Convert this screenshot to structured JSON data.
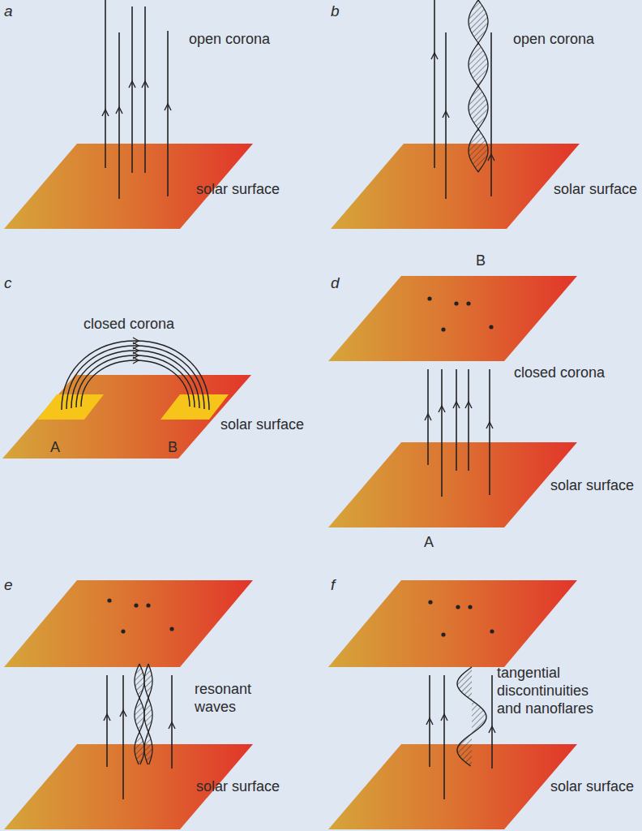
{
  "diagram": {
    "labels": [
      "a",
      "open corona",
      "solar surface",
      "b",
      "open corona",
      "solar surface",
      "c",
      "closed corona",
      "A",
      "B",
      "solar surface",
      "B",
      "d",
      "closed corona",
      "solar surface",
      "A",
      "e",
      "resonant waves",
      "solar surface",
      "f",
      "tangential discontinuities and nanoflares",
      "solar surface"
    ]
  }
}
